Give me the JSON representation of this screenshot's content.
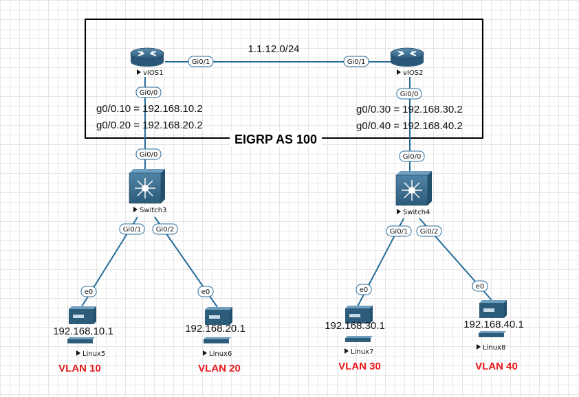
{
  "title": "EIGRP AS 100",
  "link_subnet": "1.1.12.0/24",
  "colors": {
    "link": "#246b9a",
    "vlan_text": "#e8171b",
    "device": "#2d5b7a"
  },
  "routers": [
    {
      "name": "vIOS1",
      "icon": "router-icon",
      "subifs": [
        "g0/0.10 = 192.168.10.2",
        "g0/0.20 = 192.168.20.2"
      ]
    },
    {
      "name": "vIOS2",
      "icon": "router-icon",
      "subifs": [
        "g0/0.30 = 192.168.30.2",
        "g0/0.40 = 192.168.40.2"
      ]
    }
  ],
  "switches": [
    {
      "name": "Switch3",
      "icon": "l3-switch-icon"
    },
    {
      "name": "Switch4",
      "icon": "l3-switch-icon"
    }
  ],
  "hosts": [
    {
      "name": "Linux5",
      "ip": "192.168.10.1",
      "vlan": "VLAN 10",
      "icon": "server-icon"
    },
    {
      "name": "Linux6",
      "ip": "192.168.20.1",
      "vlan": "VLAN 20",
      "icon": "server-icon"
    },
    {
      "name": "Linux7",
      "ip": "192.168.30.1",
      "vlan": "VLAN 30",
      "icon": "server-icon"
    },
    {
      "name": "Linux8",
      "ip": "192.168.40.1",
      "vlan": "VLAN 40",
      "icon": "server-icon"
    }
  ],
  "interfaces": {
    "r1_to_r2": "Gi0/1",
    "r2_to_r1": "Gi0/1",
    "r1_down": "Gi0/0",
    "r2_down": "Gi0/0",
    "sw3_up": "Gi0/0",
    "sw4_up": "Gi0/0",
    "sw3_left": "Gi0/1",
    "sw3_right": "Gi0/2",
    "sw4_left": "Gi0/1",
    "sw4_right": "Gi0/2",
    "h5": "e0",
    "h6": "e0",
    "h7": "e0",
    "h8": "e0"
  }
}
